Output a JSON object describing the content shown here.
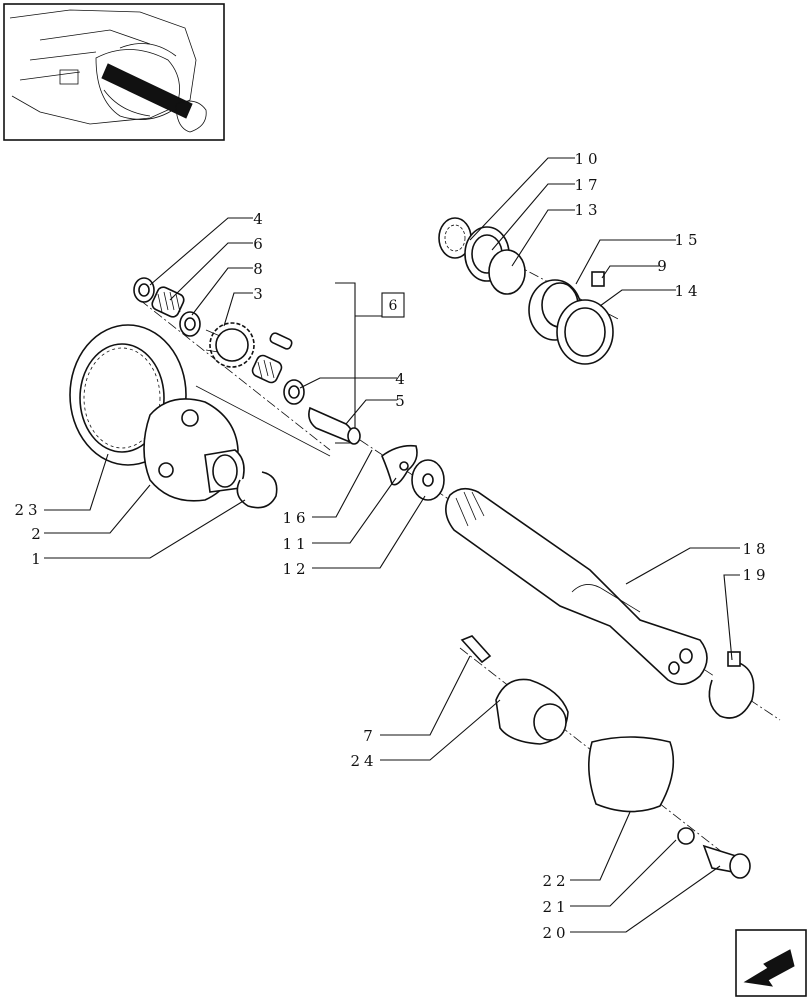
{
  "callouts": [
    {
      "id": "c10",
      "text": "10"
    },
    {
      "id": "c17",
      "text": "17"
    },
    {
      "id": "c13",
      "text": "13"
    },
    {
      "id": "c15",
      "text": "15"
    },
    {
      "id": "c9",
      "text": "9"
    },
    {
      "id": "c14",
      "text": "14"
    },
    {
      "id": "c4a",
      "text": "4"
    },
    {
      "id": "c6",
      "text": "6"
    },
    {
      "id": "c8",
      "text": "8"
    },
    {
      "id": "c3",
      "text": "3"
    },
    {
      "id": "c4b",
      "text": "4"
    },
    {
      "id": "c5",
      "text": "5"
    },
    {
      "id": "c23",
      "text": "23"
    },
    {
      "id": "c2",
      "text": "2"
    },
    {
      "id": "c1",
      "text": "1"
    },
    {
      "id": "c16",
      "text": "16"
    },
    {
      "id": "c11",
      "text": "11"
    },
    {
      "id": "c12",
      "text": "12"
    },
    {
      "id": "c18",
      "text": "18"
    },
    {
      "id": "c19",
      "text": "19"
    },
    {
      "id": "c7",
      "text": "7"
    },
    {
      "id": "c24",
      "text": "24"
    },
    {
      "id": "c22",
      "text": "22"
    },
    {
      "id": "c21",
      "text": "21"
    },
    {
      "id": "c20",
      "text": "20"
    }
  ],
  "group_box": {
    "text": "6"
  },
  "icons": {
    "thumbnail": "tractor-rear-pto-location-thumbnail",
    "nav": "previous-page-arrow-icon"
  }
}
